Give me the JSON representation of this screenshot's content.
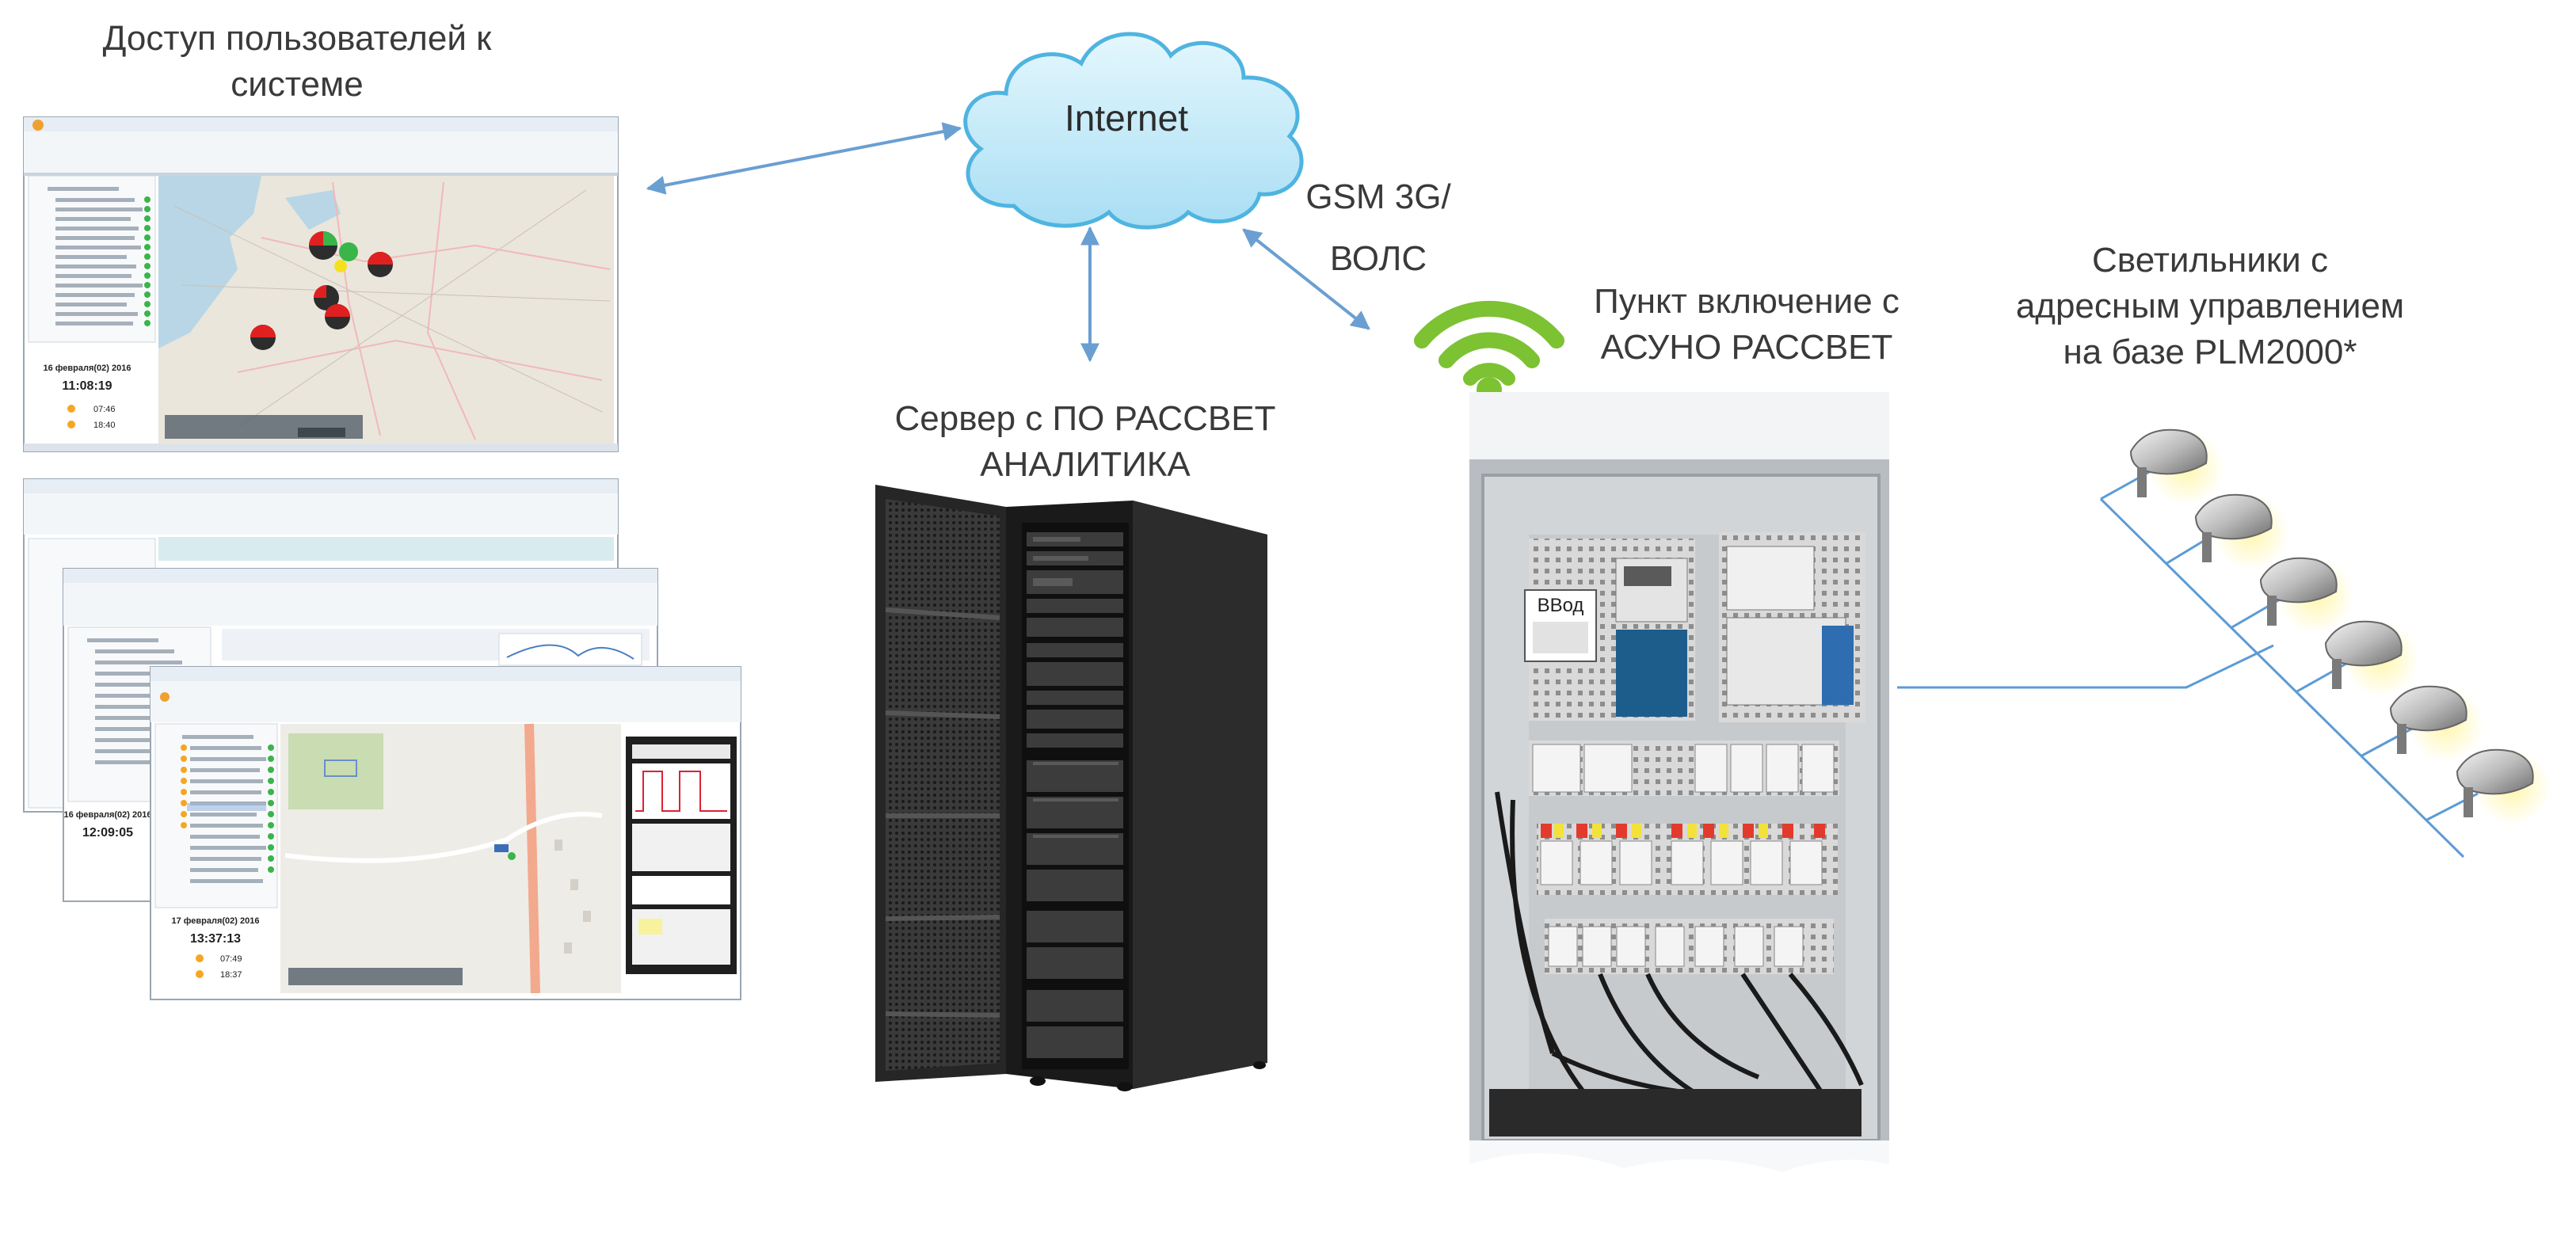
{
  "labels": {
    "users": [
      "Доступ пользователей к",
      "системе"
    ],
    "internet": "Internet",
    "channel": [
      "GSM 3G/",
      "ВОЛС"
    ],
    "server": [
      "Сервер с ПО РАССВЕТ",
      "АНАЛИТИКА"
    ],
    "cabinet": [
      "Пункт включение с",
      "АСУНО РАССВЕТ"
    ],
    "lamps": [
      "Светильники  с",
      "адресным управлением",
      "на базе PLM2000*"
    ]
  },
  "screens": {
    "main": {
      "date": "16 февраля(02) 2016",
      "time": "11:08:19",
      "sunrise": "07:46",
      "sunset": "18:40"
    },
    "mid": {
      "date": "16 февраля(02) 2016",
      "time": "12:09:05"
    },
    "front": {
      "date": "17 февраля(02) 2016",
      "time": "13:37:13",
      "sunrise": "07:49",
      "sunset": "18:37"
    }
  },
  "cabinet_text": {
    "sign": "ВВод"
  },
  "colors": {
    "arrow": "#6a9fd2",
    "wifi": "#7cc232",
    "cloud_fill": "#bfe9f8",
    "cloud_stroke": "#4fb4e0",
    "wire": "#5b9bd5",
    "lamp_glow": "#fff3a0"
  }
}
